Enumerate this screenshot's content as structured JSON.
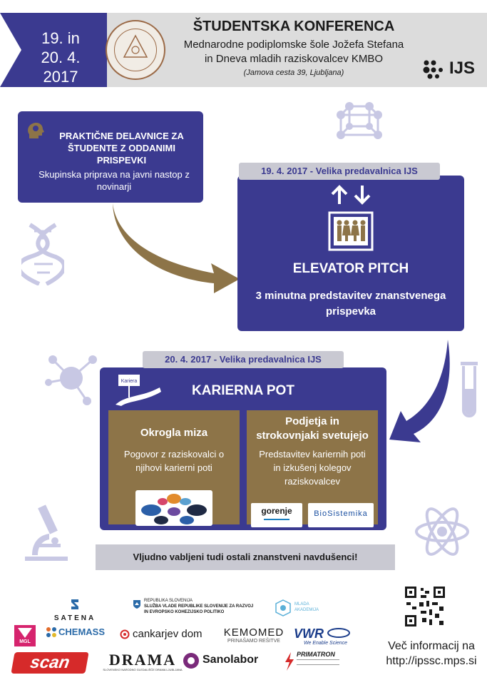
{
  "header": {
    "dates": [
      "19. in",
      "20. 4. 2017"
    ],
    "title": "ŠTUDENTSKA KONFERENCA",
    "line1": "Mednarodne podiplomske šole Jožefa Stefana",
    "line2": "in Dneva mladih raziskovalcev KMBO",
    "address": "(Jamova cesta 39, Ljubljana)",
    "logo": "IJS"
  },
  "workshop": {
    "title": "PRAKTIČNE DELAVNICE ZA ŠTUDENTE Z ODDANIMI PRISPEVKI",
    "subtitle": "Skupinska priprava na javni nastop z novinarji"
  },
  "day1": {
    "tag": "19. 4. 2017 - Velika predavalnica IJS",
    "title": "ELEVATOR PITCH",
    "subtitle": "3 minutna predstavitev znanstvenega prispevka"
  },
  "day2": {
    "tag": "20. 4. 2017 - Velika predavalnica IJS",
    "title": "KARIERNA POT",
    "sign": "Kariera",
    "okrogla": {
      "title": "Okrogla miza",
      "text": "Pogovor z raziskovalci o njihovi karierni poti"
    },
    "podjetja": {
      "title": "Podjetja in strokovnjaki svetujejo",
      "text": "Predstavitev kariernih poti in izkušenj kolegov raziskovalcev",
      "logos": [
        "gorenje",
        "BioSistemika"
      ]
    }
  },
  "invite": "Vljudno vabljeni tudi ostali znanstveni navdušenci!",
  "sponsors": {
    "satena": "SATENA",
    "gov_lines": [
      "REPUBLIKA SLOVENIJA",
      "SLUŽBA VLADE REPUBLIKE SLOVENIJE ZA RAZVOJ",
      "IN EVROPSKO KOHEZIJSKO POLITIKO"
    ],
    "mlada": "MLADA AKADEMIJA",
    "mgl": "MGL",
    "chemass": "CHEMASS",
    "cankarjev": "cankarjev dom",
    "kemomed": "KEMOMED",
    "kemomed_sub": "PRINAŠAMO REŠITVE",
    "vwr": "VWR",
    "vwr_sub": "We Enable Science",
    "scan": "scan",
    "drama": "DRAMA",
    "drama_sub": "SLOVENSKO NARODNO GLEDALIŠČE DRAMA LJUBLJANA",
    "sanolabor": "Sanolabor",
    "primatron": "PRIMATRON"
  },
  "info": {
    "line1": "Več informacij na",
    "url": "http://ipssc.mps.si"
  },
  "colors": {
    "navy": "#3b3a90",
    "brown": "#8d7448",
    "gray": "#dcdcdc",
    "tag": "#c9c9d2",
    "decor": "#c8c8e4"
  }
}
